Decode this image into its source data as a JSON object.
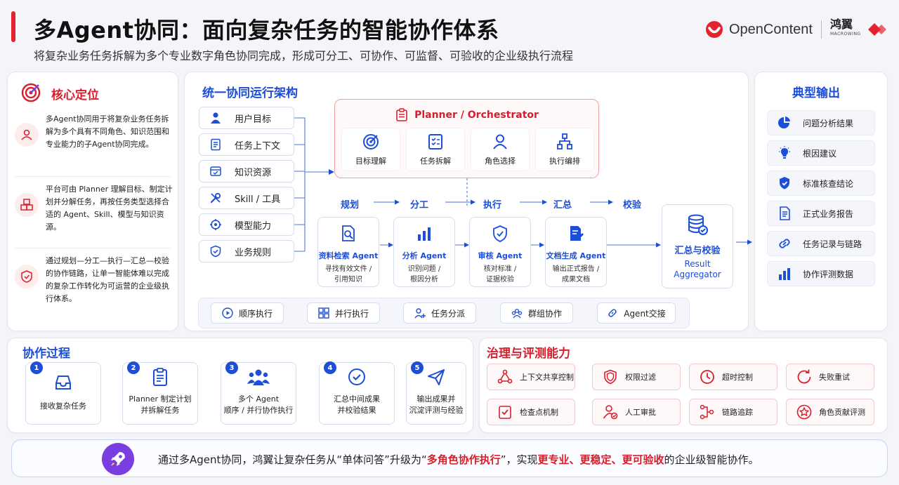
{
  "header": {
    "title": "多Agent协同：面向复杂任务的智能协作体系",
    "subtitle": "将复杂业务任务拆解为多个专业数字角色协同完成，形成可分工、可协作、可监督、可验收的企业级执行流程",
    "brand_text": "OpenContent",
    "brand_cn": "鸿翼",
    "brand_en": "MACROWING"
  },
  "colors": {
    "accent_blue": "#1d4ed8",
    "accent_red": "#d81e2c"
  },
  "core": {
    "title": "核心定位",
    "items": [
      {
        "icon": "users-icon",
        "text": "多Agent协同用于将复杂业务任务拆解为多个具有不同角色、知识范围和专业能力的子Agent协同完成。"
      },
      {
        "icon": "cubes-icon",
        "text": "平台可由 Planner 理解目标、制定计划并分解任务，再按任务类型选择合适的 Agent、Skill、模型与知识资源。"
      },
      {
        "icon": "shield-check-icon",
        "text": "通过规划—分工—执行—汇总—校验的协作链路，让单一智能体难以完成的复杂工作转化为可运营的企业级执行体系。"
      }
    ]
  },
  "arch": {
    "title": "统一协同运行架构",
    "inputs": [
      {
        "icon": "user-icon",
        "label": "用户目标"
      },
      {
        "icon": "list-icon",
        "label": "任务上下文"
      },
      {
        "icon": "database-icon",
        "label": "知识资源"
      },
      {
        "icon": "tools-icon",
        "label": "Skill / 工具"
      },
      {
        "icon": "brain-icon",
        "label": "模型能力"
      },
      {
        "icon": "shield-icon",
        "label": "业务规则"
      }
    ],
    "planner": {
      "title": "Planner / Orchestrator",
      "cells": [
        {
          "icon": "target-icon",
          "label": "目标理解"
        },
        {
          "icon": "checklist-icon",
          "label": "任务拆解"
        },
        {
          "icon": "person-icon",
          "label": "角色选择"
        },
        {
          "icon": "hierarchy-icon",
          "label": "执行编排"
        }
      ]
    },
    "stages": [
      "规划",
      "分工",
      "执行",
      "汇总",
      "校验"
    ],
    "agents": [
      {
        "icon": "doc-search-icon",
        "name": "资料检索 Agent",
        "desc1": "寻找有效文件 /",
        "desc2": "引用知识"
      },
      {
        "icon": "bar-chart-icon",
        "name": "分析 Agent",
        "desc1": "识别问题 /",
        "desc2": "根因分析"
      },
      {
        "icon": "shield-check-icon",
        "name": "审核 Agent",
        "desc1": "核对标准 /",
        "desc2": "证据校验"
      },
      {
        "icon": "doc-edit-icon",
        "name": "文档生成 Agent",
        "desc1": "输出正式报告 /",
        "desc2": "成果文档"
      }
    ],
    "aggregator": {
      "title": "汇总与校验",
      "en1": "Result",
      "en2": "Aggregator"
    },
    "modes": [
      {
        "icon": "play-icon",
        "label": "顺序执行"
      },
      {
        "icon": "grid-icon",
        "label": "并行执行"
      },
      {
        "icon": "user-plus-icon",
        "label": "任务分派"
      },
      {
        "icon": "group-icon",
        "label": "群组协作"
      },
      {
        "icon": "link-icon",
        "label": "Agent交接"
      }
    ]
  },
  "outputs": {
    "title": "典型输出",
    "items": [
      {
        "icon": "pie-icon",
        "label": "问题分析结果"
      },
      {
        "icon": "bulb-icon",
        "label": "根因建议"
      },
      {
        "icon": "shield-check-icon",
        "label": "标准核查结论"
      },
      {
        "icon": "doc-icon",
        "label": "正式业务报告"
      },
      {
        "icon": "link-icon",
        "label": "任务记录与链路"
      },
      {
        "icon": "bar-chart-icon",
        "label": "协作评测数据"
      }
    ]
  },
  "process": {
    "title": "协作过程",
    "steps": [
      {
        "num": "1",
        "icon": "inbox-icon",
        "line1": "接收复杂任务",
        "line2": ""
      },
      {
        "num": "2",
        "icon": "clipboard-icon",
        "line1": "Planner 制定计划",
        "line2": "并拆解任务"
      },
      {
        "num": "3",
        "icon": "team-icon",
        "line1": "多个 Agent",
        "line2": "顺序 / 并行协作执行"
      },
      {
        "num": "4",
        "icon": "check-circle-icon",
        "line1": "汇总中间成果",
        "line2": "并校验结果"
      },
      {
        "num": "5",
        "icon": "send-icon",
        "line1": "输出成果并",
        "line2": "沉淀评测与经验"
      }
    ]
  },
  "governance": {
    "title": "治理与评测能力",
    "items": [
      {
        "icon": "share-icon",
        "label": "上下文共享控制"
      },
      {
        "icon": "shield-filter-icon",
        "label": "权限过滤"
      },
      {
        "icon": "clock-icon",
        "label": "超时控制"
      },
      {
        "icon": "retry-icon",
        "label": "失败重试"
      },
      {
        "icon": "checkpoint-icon",
        "label": "检查点机制"
      },
      {
        "icon": "user-check-icon",
        "label": "人工审批"
      },
      {
        "icon": "trace-icon",
        "label": "链路追踪"
      },
      {
        "icon": "star-icon",
        "label": "角色贡献评测"
      }
    ]
  },
  "banner": {
    "p1": "通过多Agent协同，鸿翼让复杂任务从“单体问答”升级为“",
    "hl1": "多角色协作执行",
    "p2": "”，实现",
    "hl2": "更专业、更稳定、更可验收",
    "p3": "的企业级智能协作。"
  }
}
